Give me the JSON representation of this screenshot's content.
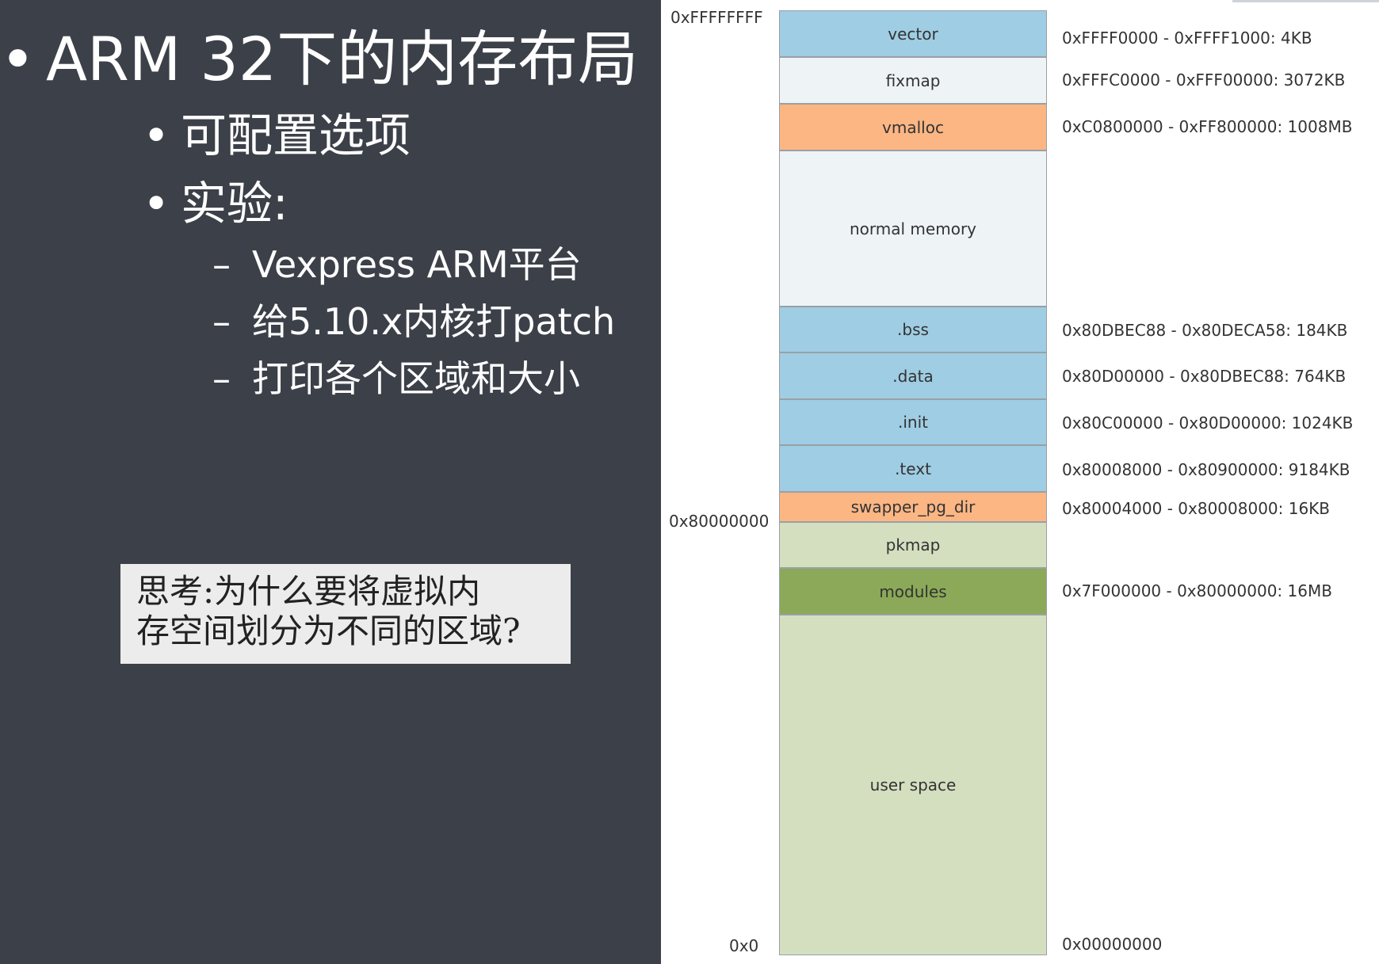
{
  "slide": {
    "title": "ARM 32下的内存布局",
    "bullets": [
      "可配置选项",
      "实验:"
    ],
    "sub_bullets": [
      "Vexpress ARM平台",
      "给5.10.x内核打patch",
      "打印各个区域和大小"
    ],
    "think_lines": [
      "思考:为什么要将虚拟内",
      "存空间划分为不同的区域?"
    ]
  },
  "memory_map": {
    "left_addresses": {
      "top": "0xFFFFFFFF",
      "mid": "0x80000000",
      "bottom": "0x0"
    },
    "regions": [
      {
        "name": "vector",
        "color": "#9fcde3",
        "range": "0xFFFF0000 - 0xFFFF1000: 4KB"
      },
      {
        "name": "fixmap",
        "color": "#eef3f6",
        "range": "0xFFFC0000 - 0xFFF00000: 3072KB"
      },
      {
        "name": "vmalloc",
        "color": "#fbb684",
        "range": "0xC0800000 - 0xFF800000: 1008MB"
      },
      {
        "name": "normal memory",
        "color": "#eef3f6",
        "range": ""
      },
      {
        "name": ".bss",
        "color": "#9fcde3",
        "range": "0x80DBEC88 - 0x80DECA58: 184KB"
      },
      {
        "name": ".data",
        "color": "#9fcde3",
        "range": "0x80D00000 - 0x80DBEC88: 764KB"
      },
      {
        "name": ".init",
        "color": "#9fcde3",
        "range": "0x80C00000 - 0x80D00000: 1024KB"
      },
      {
        "name": ".text",
        "color": "#9fcde3",
        "range": "0x80008000 - 0x80900000: 9184KB"
      },
      {
        "name": "swapper_pg_dir",
        "color": "#fbb684",
        "range": "0x80004000 - 0x80008000: 16KB"
      },
      {
        "name": "pkmap",
        "color": "#d4dfc0",
        "range": ""
      },
      {
        "name": "modules",
        "color": "#8ba958",
        "range": "0x7F000000 - 0x80000000: 16MB"
      },
      {
        "name": "user space",
        "color": "#d4dfc0",
        "range": "0x00000000"
      }
    ]
  }
}
